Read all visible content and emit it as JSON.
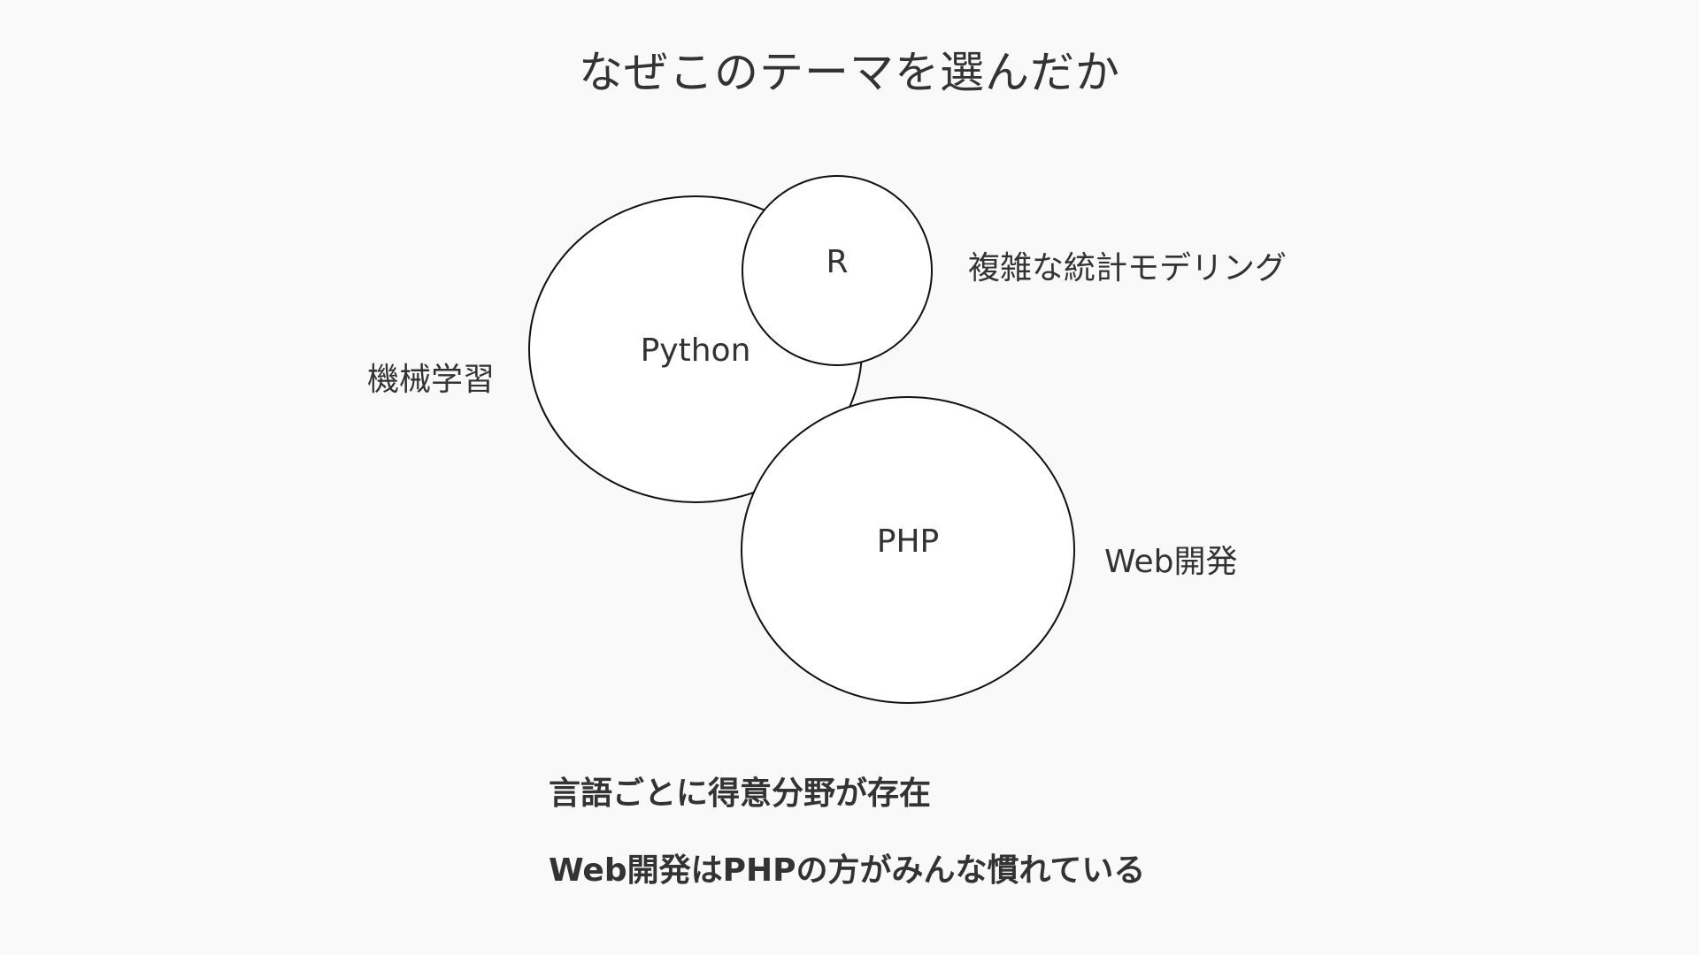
{
  "slide": {
    "title": "なぜこのテーマを選んだか"
  },
  "diagram": {
    "circles": {
      "python": "Python",
      "r": "R",
      "php": "PHP"
    },
    "annotations": {
      "python": "機械学習",
      "r": "複雑な統計モデリング",
      "php": "Web開発"
    }
  },
  "points": [
    "言語ごとに得意分野が存在",
    "Web開発はPHPの方がみんな慣れている"
  ]
}
